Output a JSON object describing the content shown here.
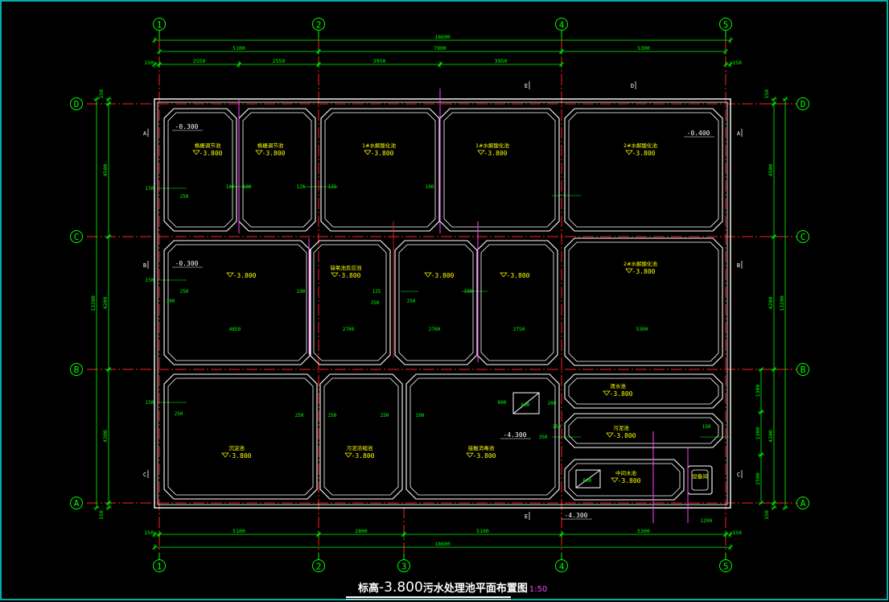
{
  "colors": {
    "background": "#000000",
    "frame": "#00e5e5",
    "dim": "#00ff00",
    "wall": "#ffffff",
    "axis": "#ff2020",
    "label": "#ffff00",
    "pipe": "#ff40ff"
  },
  "title": {
    "prefix": "标高",
    "elevation": "-3.800",
    "text": "污水处理池平面布置图",
    "scale": "1:50"
  },
  "grid_cols": [
    "1",
    "2",
    "3",
    "4",
    "5"
  ],
  "grid_rows": [
    "D",
    "C",
    "B",
    "A"
  ],
  "dims_top": {
    "overall": "18600",
    "mid": [
      "5100",
      "7900",
      "5300"
    ],
    "parts": [
      "150",
      "2550",
      "2550",
      "3950",
      "3950",
      "150"
    ]
  },
  "dims_bottom": {
    "overall": "18600",
    "parts": [
      "150",
      "5100",
      "2800",
      "5100",
      "5300",
      "150"
    ]
  },
  "dims_left": {
    "overall": "13200",
    "parts": [
      "150",
      "4500",
      "4200",
      "4200",
      "150"
    ]
  },
  "dims_right": {
    "overall": "13200",
    "parts": [
      "150",
      "4500",
      "4200",
      "4200",
      "150"
    ],
    "sub": [
      "1300",
      "1300",
      "2500"
    ]
  },
  "sections": [
    "A",
    "A",
    "B",
    "B",
    "C",
    "C",
    "E",
    "E",
    "D"
  ],
  "rooms": [
    {
      "name": "格栅调节池",
      "elev": "-3.800"
    },
    {
      "name": "格栅调节池",
      "elev": "-3.800"
    },
    {
      "name": "1#水解酸化池",
      "elev": "-3.800"
    },
    {
      "name": "1#水解酸化池",
      "elev": "-3.800"
    },
    {
      "name": "2#水解酸化池",
      "elev": "-3.800"
    },
    {
      "name": "",
      "elev": "-3.800"
    },
    {
      "name": "缺氧池反应池",
      "elev": "-3.800"
    },
    {
      "name": "",
      "elev": "-3.800"
    },
    {
      "name": "",
      "elev": "-3.800"
    },
    {
      "name": "2#水解酸化池",
      "elev": "-3.800"
    },
    {
      "name": "沉淀池",
      "elev": "-3.800"
    },
    {
      "name": "污泥浓缩池",
      "elev": "-3.800"
    },
    {
      "name": "接触消毒池",
      "elev": "-3.800"
    },
    {
      "name": "清水池",
      "elev": "-3.800"
    },
    {
      "name": "污泥池",
      "elev": "-3.800"
    },
    {
      "name": "中间水池",
      "elev": "-3.800"
    },
    {
      "name": "设备间",
      "elev": ""
    }
  ],
  "other_elevs": [
    "-0.300",
    "-0.300",
    "-0.400",
    "-4.300",
    "-4.300"
  ],
  "small_dims": [
    "150",
    "150",
    "150",
    "250",
    "250",
    "250",
    "100",
    "100",
    "100",
    "125",
    "125",
    "250",
    "250",
    "100",
    "100",
    "125",
    "250",
    "250",
    "250",
    "100",
    "100",
    "4850",
    "2700",
    "2700",
    "2750",
    "5300",
    "600",
    "600",
    "1200",
    "800",
    "150",
    "200",
    "150",
    "350"
  ]
}
